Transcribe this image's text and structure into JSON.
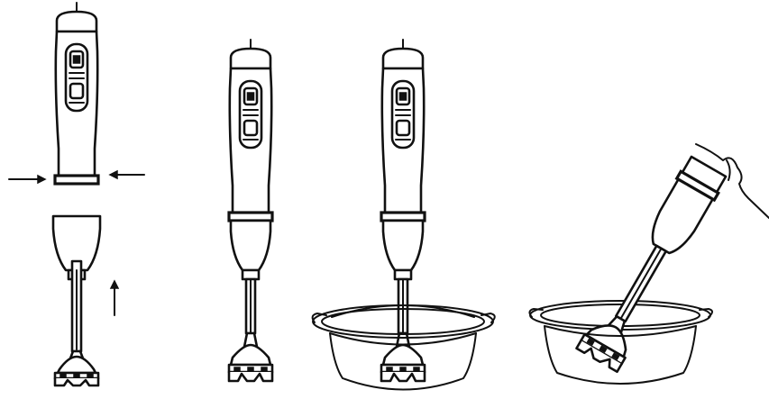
{
  "figure": {
    "steps": [
      {
        "id": "step-1",
        "icon": "detach-shaft-icon"
      },
      {
        "id": "step-2",
        "icon": "assembled-blender-icon"
      },
      {
        "id": "step-3",
        "icon": "blend-upright-in-bowl-icon"
      },
      {
        "id": "step-4",
        "icon": "blend-tilted-in-bowl-icon"
      }
    ],
    "colors": {
      "line": "#111111",
      "background": "#ffffff"
    }
  }
}
